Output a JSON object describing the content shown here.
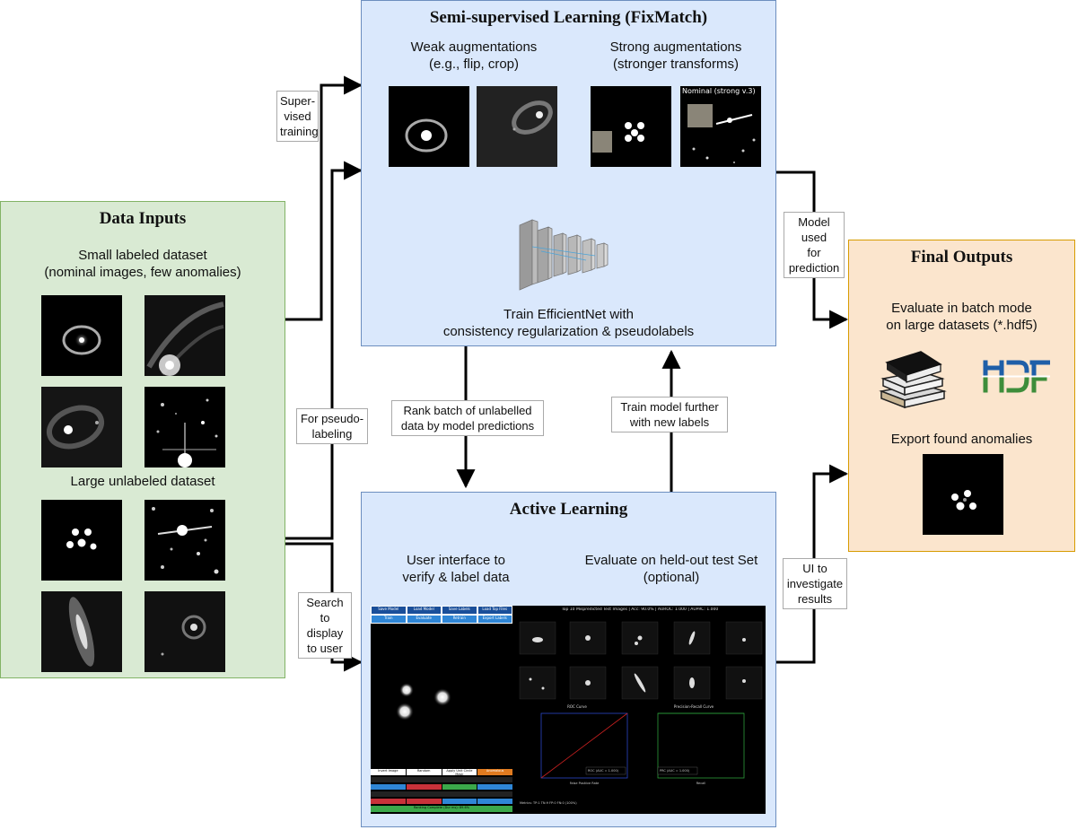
{
  "colors": {
    "data_inputs_fill": "#d9ead3",
    "data_inputs_border": "#82b366",
    "panel_fill": "#dae8fc",
    "panel_border": "#6c8ebf",
    "outputs_fill": "#fbe5cd",
    "outputs_border": "#d79b00",
    "hdf_blue": "#1f5fa8",
    "hdf_green": "#3e8d3a"
  },
  "data_inputs": {
    "title": "Data Inputs",
    "labeled_caption": "Small labeled dataset\n(nominal images, few anomalies)",
    "unlabeled_caption": "Large unlabeled dataset"
  },
  "ssl": {
    "title": "Semi-supervised Learning (FixMatch)",
    "weak_caption": "Weak augmentations\n(e.g., flip, crop)",
    "strong_caption": "Strong augmentations\n(stronger transforms)",
    "strong_img_label": "Nominal (strong v.3)",
    "train_caption": "Train EfficientNet with\nconsistency regularization & pseudolabels"
  },
  "active": {
    "title": "Active Learning",
    "ui_caption": "User interface to\nverify & label data",
    "eval_caption": "Evaluate on held-out test Set\n(optional)"
  },
  "outputs": {
    "title": "Final Outputs",
    "batch_caption": "Evaluate in batch mode\non large datasets (*.hdf5)",
    "hdf_logo": "HDF",
    "export_caption": "Export found anomalies"
  },
  "edge_labels": {
    "supervised": "Super-\nvised\ntraining",
    "pseudo": "For pseudo-\nlabeling",
    "search": "Search\nto display\nto user",
    "model_used": "Model\nused\nfor\nprediction",
    "rank": "Rank batch of unlabelled\ndata by model predictions",
    "train_further": "Train model further\nwith new labels",
    "ui_investigate": "UI to\ninvestigate\nresults"
  },
  "screenshot": {
    "buttons_top": [
      "Save Model",
      "Load Model",
      "Save Labels",
      "Load Top Files"
    ],
    "buttons_top2": [
      "Train",
      "Evaluate",
      "Retrain",
      "Export Labels"
    ],
    "grid_title": "Top 10 Mispredicted Test Images | Acc: 90.0% | AUROC: 1.000 | AUPRC: 1.000",
    "roc_title": "ROC Curve",
    "pr_title": "Precision-Recall Curve",
    "roc_legend": "ROC (AUC = 1.000)",
    "pr_legend": "PRC (AUC = 1.000)",
    "roc_xlabel": "False Positive Rate",
    "pr_xlabel": "Recall",
    "row_labels": [
      "Invert Image",
      "Random",
      "Apply Unit Circle Mask",
      "Anomalous"
    ],
    "status": "Ranking Complete (Dur ms): 89.6%",
    "footer": "Metrics: TP:1 TN:9 FP:0 FN:0 (100%)"
  }
}
